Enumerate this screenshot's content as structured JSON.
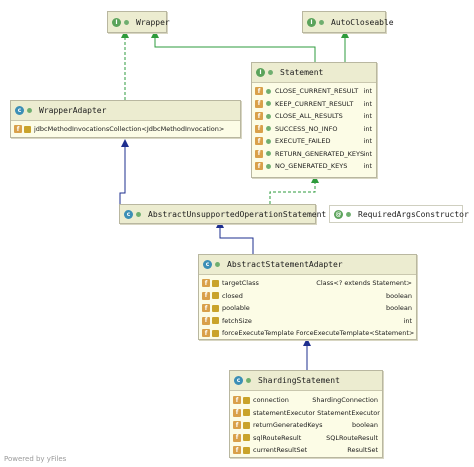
{
  "classes": {
    "wrapper": {
      "name": "Wrapper",
      "icon": "interface-icon"
    },
    "autocloseable": {
      "name": "AutoCloseable",
      "icon": "interface-icon"
    },
    "statement": {
      "name": "Statement",
      "icon": "interface-icon",
      "fields": [
        {
          "name": "CLOSE_CURRENT_RESULT",
          "type": "int"
        },
        {
          "name": "KEEP_CURRENT_RESULT",
          "type": "int"
        },
        {
          "name": "CLOSE_ALL_RESULTS",
          "type": "int"
        },
        {
          "name": "SUCCESS_NO_INFO",
          "type": "int"
        },
        {
          "name": "EXECUTE_FAILED",
          "type": "int"
        },
        {
          "name": "RETURN_GENERATED_KEYS",
          "type": "int"
        },
        {
          "name": "NO_GENERATED_KEYS",
          "type": "int"
        }
      ]
    },
    "wrapperadapter": {
      "name": "WrapperAdapter",
      "icon": "class-icon",
      "fields": [
        {
          "name": "jdbcMethodInvocations",
          "type": "Collection<JdbcMethodInvocation>"
        }
      ]
    },
    "abstractunsupported": {
      "name": "AbstractUnsupportedOperationStatement",
      "icon": "abstract-class-icon"
    },
    "requiredargs": {
      "name": "RequiredArgsConstructor",
      "icon": "annotation-icon"
    },
    "abstractstatementadapter": {
      "name": "AbstractStatementAdapter",
      "icon": "abstract-class-icon",
      "fields": [
        {
          "name": "targetClass",
          "type": "Class<? extends Statement>"
        },
        {
          "name": "closed",
          "type": "boolean"
        },
        {
          "name": "poolable",
          "type": "boolean"
        },
        {
          "name": "fetchSize",
          "type": "int"
        },
        {
          "name": "forceExecuteTemplate",
          "type": "ForceExecuteTemplate<Statement>"
        }
      ]
    },
    "shardingstatement": {
      "name": "ShardingStatement",
      "icon": "class-icon",
      "fields": [
        {
          "name": "connection",
          "type": "ShardingConnection"
        },
        {
          "name": "statementExecutor",
          "type": "StatementExecutor"
        },
        {
          "name": "returnGeneratedKeys",
          "type": "boolean"
        },
        {
          "name": "sqlRouteResult",
          "type": "SQLRouteResult"
        },
        {
          "name": "currentResultSet",
          "type": "ResultSet"
        }
      ]
    }
  },
  "footer": "Powered by yFiles",
  "colors": {
    "implements": "#2e9b3c",
    "extends": "#1e2f8f",
    "box_fill": "#fcfce6",
    "box_header": "#ececd0"
  }
}
